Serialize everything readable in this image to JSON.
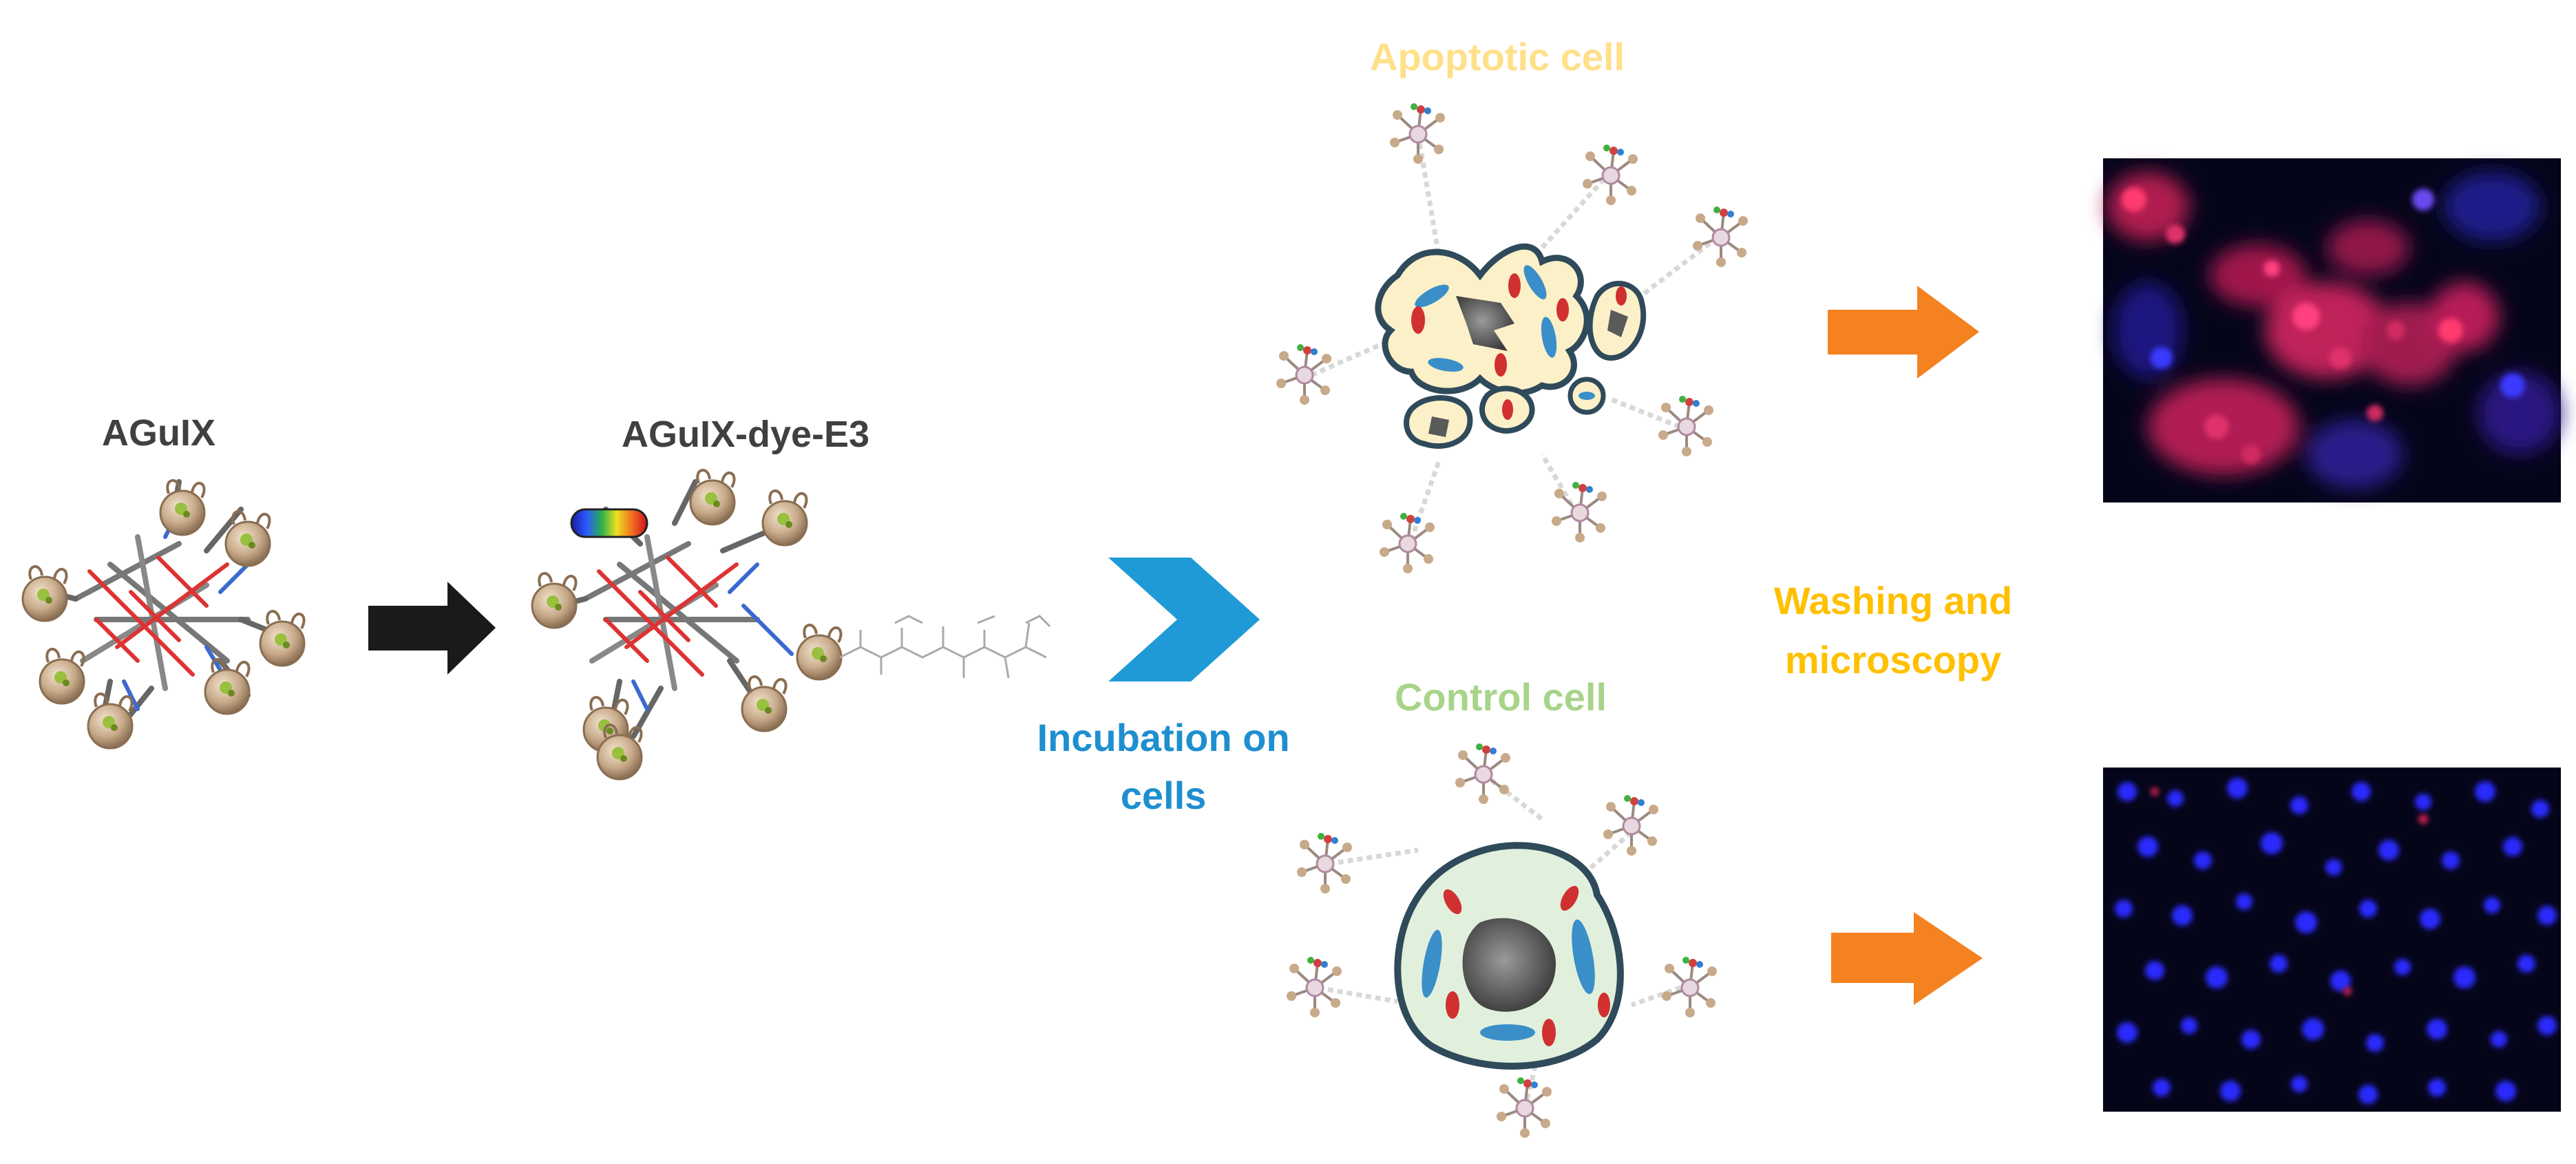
{
  "labels": {
    "aguix": "AGuIX",
    "aguix_dye_e3": "AGuIX-dye-E3",
    "incubation_line1": "Incubation on",
    "incubation_line2": "cells",
    "apoptotic_cell": "Apoptotic cell",
    "control_cell": "Control cell",
    "washing_line1": "Washing and",
    "washing_line2": "microscopy"
  },
  "colors": {
    "label_dark": "#404040",
    "incubation_blue": "#1e8fcf",
    "chevron_blue": "#1f9ad6",
    "apoptotic_label": "#ffe08a",
    "control_label": "#a8d48a",
    "washing_label": "#ffc000",
    "orange_arrow": "#f58220",
    "black_arrow": "#1a1a1a",
    "cell_outline": "#2f4a5a",
    "apoptotic_fill": "#fbf0c8",
    "control_fill": "#e1f0dc",
    "organelle_blue": "#3a8fc8",
    "organelle_red": "#d03030",
    "nucleus_grey": "#5a5a5a",
    "particle_tan": "#c8aa8a",
    "micro_bg": "#05051a",
    "micro_blue": "#2a2aff",
    "micro_red": "#d02050"
  }
}
